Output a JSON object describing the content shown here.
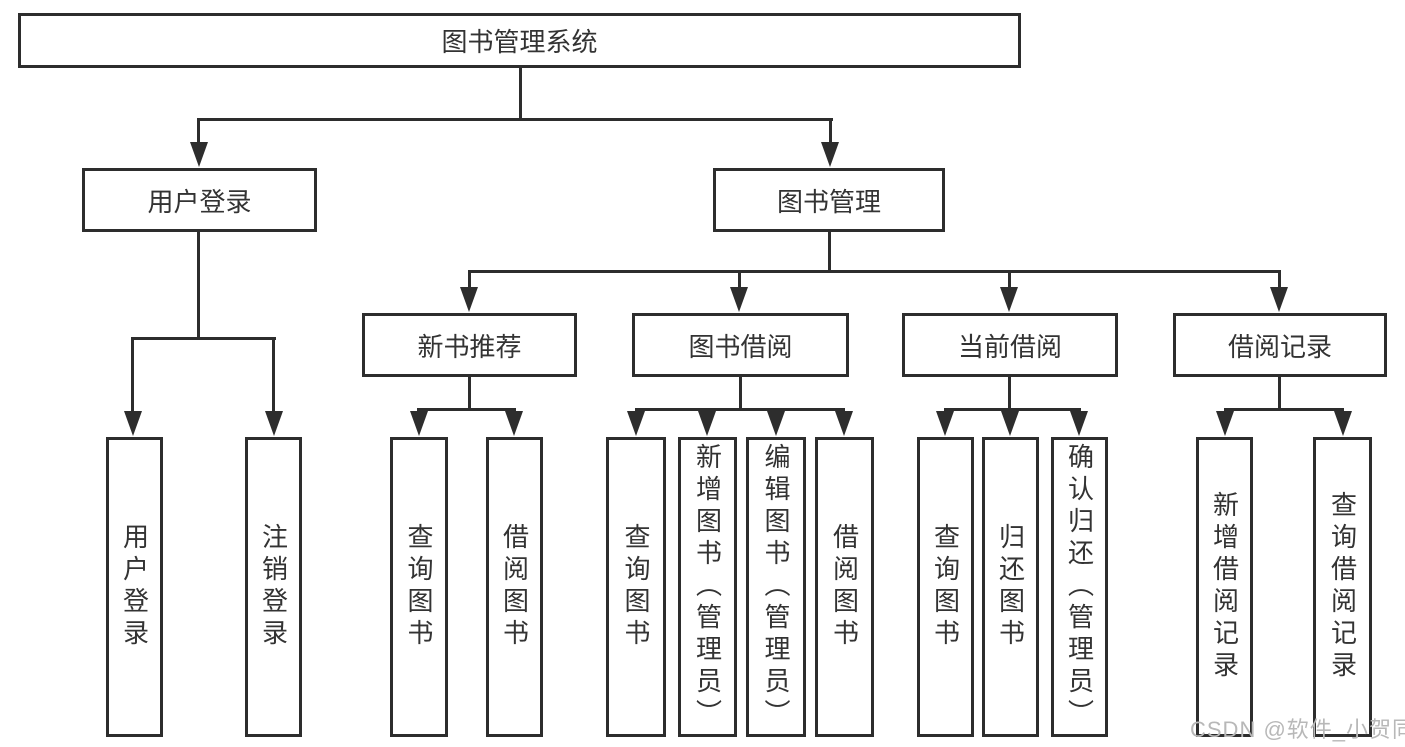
{
  "diagram_title": "图书管理系统",
  "tree": {
    "label": "图书管理系统",
    "children": [
      {
        "label": "用户登录",
        "children": [
          {
            "label": "用户登录"
          },
          {
            "label": "注销登录"
          }
        ]
      },
      {
        "label": "图书管理",
        "children": [
          {
            "label": "新书推荐",
            "children": [
              {
                "label": "查询图书"
              },
              {
                "label": "借阅图书"
              }
            ]
          },
          {
            "label": "图书借阅",
            "children": [
              {
                "label": "查询图书"
              },
              {
                "label": "新增图书（管理员）"
              },
              {
                "label": "编辑图书（管理员）"
              },
              {
                "label": "借阅图书"
              }
            ]
          },
          {
            "label": "当前借阅",
            "children": [
              {
                "label": "查询图书"
              },
              {
                "label": "归还图书"
              },
              {
                "label": "确认归还（管理员）"
              }
            ]
          },
          {
            "label": "借阅记录",
            "children": [
              {
                "label": "新增借阅记录"
              },
              {
                "label": "查询借阅记录"
              }
            ]
          }
        ]
      }
    ]
  },
  "watermark": {
    "text": "CSDN @软件_小贺同学",
    "color": "#b8b8b8"
  },
  "colors": {
    "line": "#2d2d2d",
    "text": "#333333",
    "background": "#ffffff"
  }
}
